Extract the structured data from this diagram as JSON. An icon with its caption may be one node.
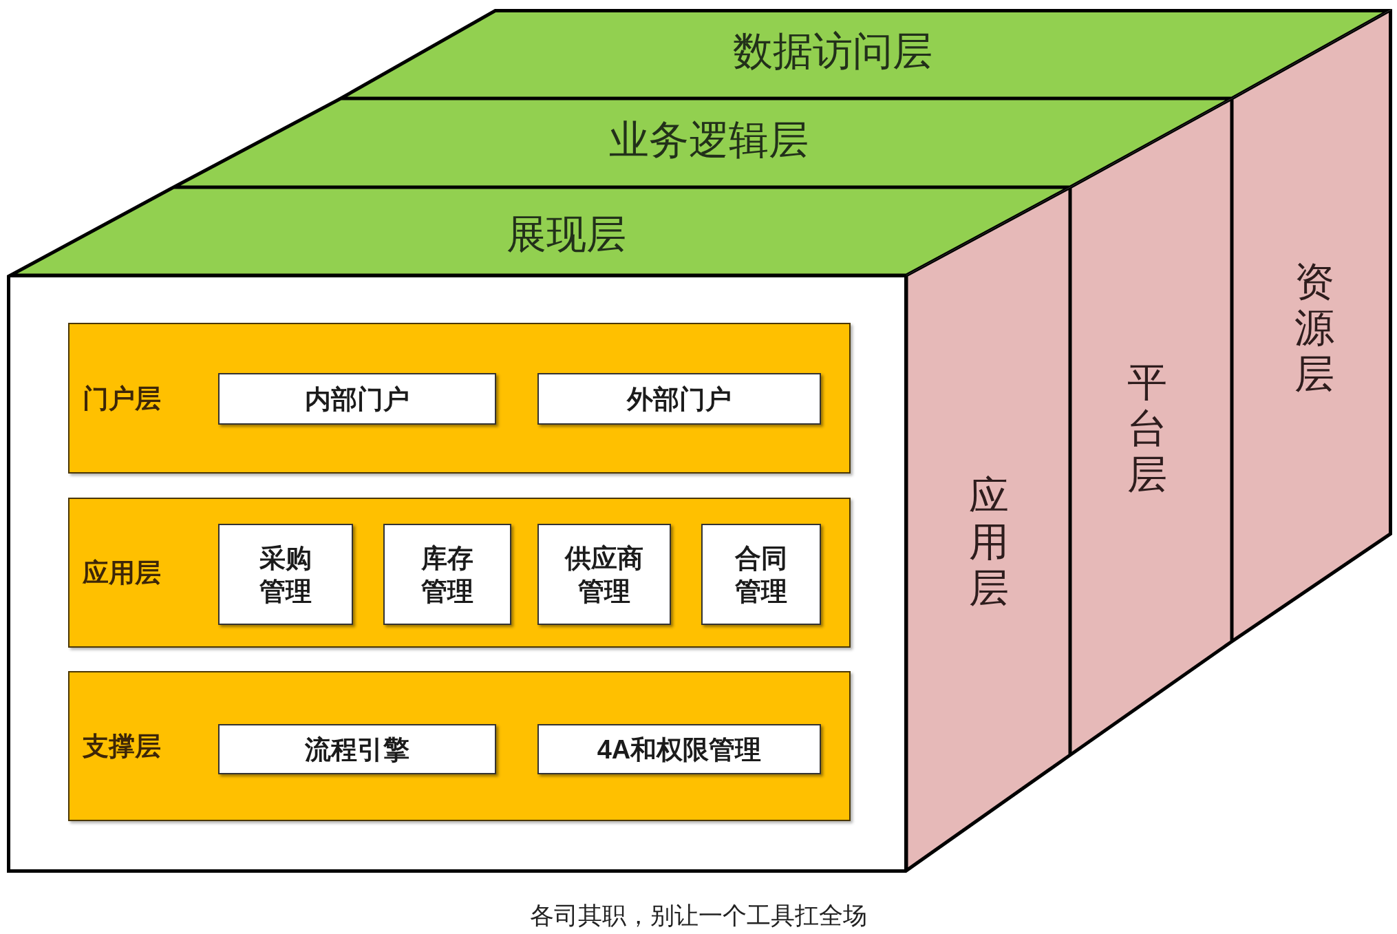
{
  "diagram": {
    "caption": "各司其职，别让一个工具扛全场",
    "nodes": [
      {
        "text": [
          "数据访问层"
        ]
      },
      {
        "text": [
          "业务逻辑层"
        ]
      },
      {
        "text": [
          "展现层"
        ]
      },
      {
        "text": [],
        "shape": "box"
      },
      {
        "text": [
          "门户层"
        ],
        "in": 3
      },
      {
        "text": [
          "内部门户"
        ],
        "in": 4
      },
      {
        "text": [
          "外部门户"
        ],
        "in": 4
      },
      {
        "text": [
          "应用层"
        ],
        "in": 3
      },
      {
        "text": [
          "采购管理"
        ],
        "in": 7
      },
      {
        "text": [
          "库存管理"
        ],
        "in": 7
      },
      {
        "text": [
          "供应商管理"
        ],
        "in": 7
      },
      {
        "text": [
          "合同管理"
        ],
        "in": 7
      },
      {
        "text": [
          "支撑层"
        ],
        "in": 3
      },
      {
        "text": [
          "流程引擎"
        ],
        "in": 12
      },
      {
        "text": [
          "4A和权限管理"
        ],
        "in": 12
      },
      {
        "text": [
          "应用层"
        ]
      },
      {
        "text": [
          "平台层"
        ]
      },
      {
        "text": [
          "资源层"
        ]
      }
    ]
  }
}
